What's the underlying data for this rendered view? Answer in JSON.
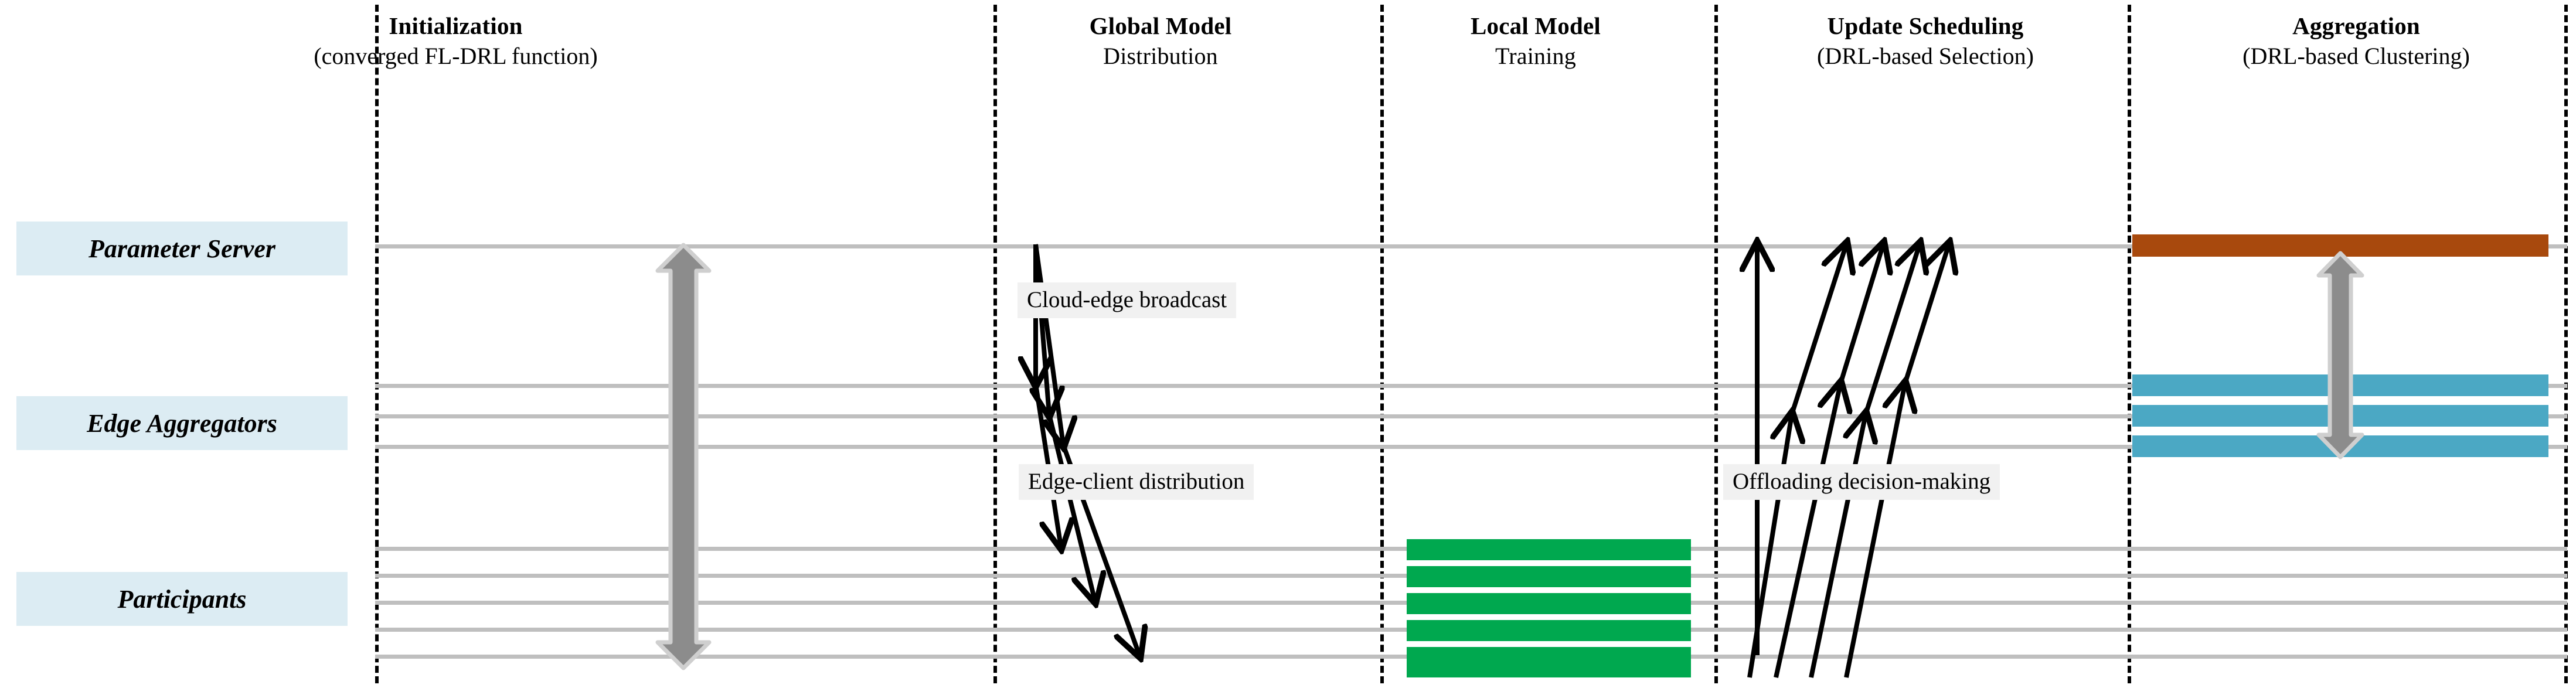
{
  "diagram": {
    "title": "Federated Learning Phase Timeline",
    "background": "#ffffff"
  },
  "colors": {
    "actor_label_bg": "#dcecf3",
    "lifeline": "#bfbfbf",
    "separator": "#000000",
    "note_bg": "#f1f1f1",
    "arrow": "#000000",
    "gray_arrow_fill": "#8c8c8c",
    "gray_arrow_edge": "#cfcfcf",
    "server_bar": "#a8490d",
    "edge_bar": "#4ba8c4",
    "participant_bar": "#00a84f"
  },
  "phases": [
    {
      "id": "initialization",
      "title": "Initialization",
      "subtitle": "(converged FL-DRL function)"
    },
    {
      "id": "global-model-distribution",
      "title": "Global Model",
      "subtitle": "Distribution"
    },
    {
      "id": "local-model-training",
      "title": "Local Model",
      "subtitle": "Training"
    },
    {
      "id": "update-scheduling",
      "title": "Update Scheduling",
      "subtitle": "(DRL-based Selection)"
    },
    {
      "id": "aggregation",
      "title": "Aggregation",
      "subtitle": "(DRL-based Clustering)"
    }
  ],
  "actors": [
    {
      "id": "parameter-server",
      "label": "Parameter Server",
      "lifelines": 1
    },
    {
      "id": "edge-aggregators",
      "label": "Edge Aggregators",
      "lifelines": 3
    },
    {
      "id": "participants",
      "label": "Participants",
      "lifelines": 5
    }
  ],
  "notes": [
    {
      "id": "cloud-edge-broadcast",
      "text": "Cloud-edge broadcast",
      "phase": "global-model-distribution"
    },
    {
      "id": "edge-client-distribution",
      "text": "Edge-client distribution",
      "phase": "global-model-distribution"
    },
    {
      "id": "offloading-decision-making",
      "text": "Offloading decision-making",
      "phase": "update-scheduling"
    }
  ],
  "activations": [
    {
      "id": "training-bar-1",
      "actor": "participants",
      "index": 1,
      "phase": "local-model-training",
      "color": "#00a84f"
    },
    {
      "id": "training-bar-2",
      "actor": "participants",
      "index": 2,
      "phase": "local-model-training",
      "color": "#00a84f"
    },
    {
      "id": "training-bar-3",
      "actor": "participants",
      "index": 3,
      "phase": "local-model-training",
      "color": "#00a84f"
    },
    {
      "id": "training-bar-4",
      "actor": "participants",
      "index": 4,
      "phase": "local-model-training",
      "color": "#00a84f"
    },
    {
      "id": "training-bar-5",
      "actor": "participants",
      "index": 5,
      "phase": "local-model-training",
      "color": "#00a84f"
    },
    {
      "id": "aggregation-server-bar",
      "actor": "parameter-server",
      "index": 1,
      "phase": "aggregation",
      "color": "#a8490d"
    },
    {
      "id": "aggregation-edge-bar-1",
      "actor": "edge-aggregators",
      "index": 1,
      "phase": "aggregation",
      "color": "#4ba8c4"
    },
    {
      "id": "aggregation-edge-bar-2",
      "actor": "edge-aggregators",
      "index": 2,
      "phase": "aggregation",
      "color": "#4ba8c4"
    },
    {
      "id": "aggregation-edge-bar-3",
      "actor": "edge-aggregators",
      "index": 3,
      "phase": "aggregation",
      "color": "#4ba8c4"
    }
  ],
  "flows": [
    {
      "id": "initialization-sync-arrow",
      "phase": "initialization",
      "style": "gray-double-arrow",
      "direction": "bidirectional",
      "from": "parameter-server",
      "to": "participants"
    },
    {
      "id": "cloud-edge-broadcast-arrows",
      "phase": "global-model-distribution",
      "style": "black-arrow",
      "direction": "down",
      "from": "parameter-server",
      "to": "edge-aggregators",
      "count": 3
    },
    {
      "id": "edge-client-distribution-arrows",
      "phase": "global-model-distribution",
      "style": "black-arrow",
      "direction": "down",
      "from": "edge-aggregators",
      "to": "participants",
      "count": 3
    },
    {
      "id": "participant-to-edge-arrows",
      "phase": "update-scheduling",
      "style": "black-arrow",
      "direction": "up",
      "from": "participants",
      "to": "edge-aggregators",
      "count": 4
    },
    {
      "id": "edge-to-server-arrows",
      "phase": "update-scheduling",
      "style": "black-arrow",
      "direction": "up",
      "from": "edge-aggregators",
      "to": "parameter-server",
      "count": 5
    },
    {
      "id": "aggregation-sync-arrow",
      "phase": "aggregation",
      "style": "gray-double-arrow",
      "direction": "bidirectional",
      "from": "parameter-server",
      "to": "edge-aggregators"
    }
  ]
}
